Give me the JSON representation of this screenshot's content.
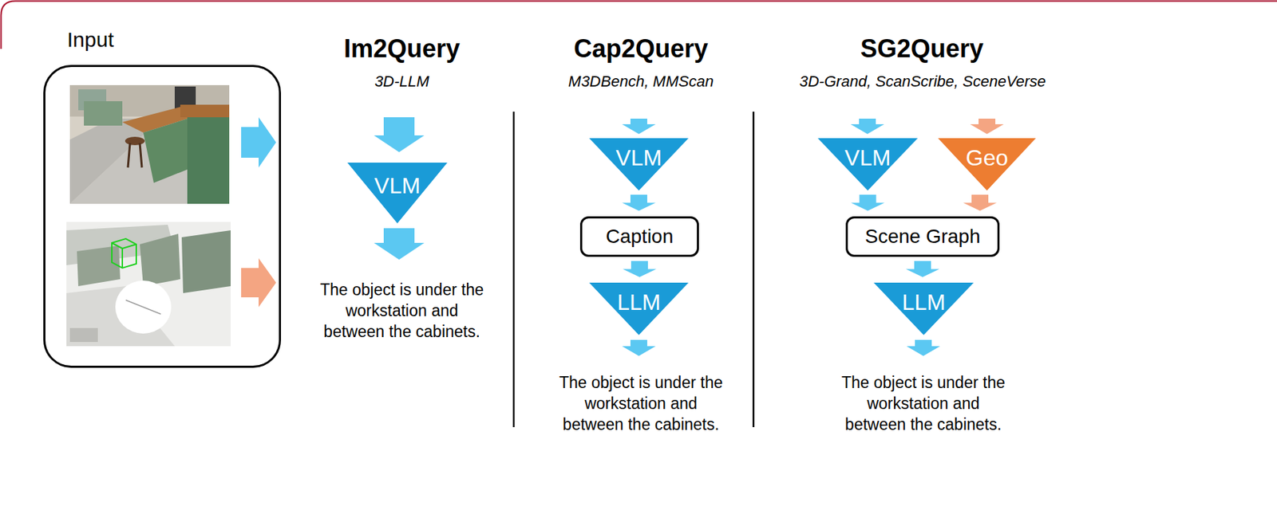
{
  "diagram": {
    "nodes": [
      {
        "text": [
          "Input"
        ]
      },
      {
        "text": [
          "VLM"
        ]
      },
      {
        "text": [
          "VLM"
        ]
      },
      {
        "text": [
          "Caption"
        ]
      },
      {
        "text": [
          "LLM"
        ]
      },
      {
        "text": [
          "VLM"
        ]
      },
      {
        "text": [
          "Geo"
        ]
      },
      {
        "text": [
          "Scene Graph"
        ]
      },
      {
        "text": [
          "LLM"
        ]
      }
    ],
    "edges": [
      {
        "from": 2,
        "to": 3,
        "arrow": "to"
      },
      {
        "from": 3,
        "to": 4,
        "arrow": "to"
      },
      {
        "from": 5,
        "to": 7,
        "arrow": "to"
      },
      {
        "from": 6,
        "to": 7,
        "arrow": "to"
      },
      {
        "from": 7,
        "to": 8,
        "arrow": "to"
      }
    ],
    "labels": [
      "Im2Query",
      "3D-LLM",
      "The object is under the workstation and between the cabinets.",
      "Cap2Query",
      "M3DBench, MMScan",
      "The object is under the workstation and between the cabinets.",
      "SG2Query",
      "3D-Grand, ScanScribe, SceneVerse",
      "The object is under the workstation and between the cabinets."
    ]
  }
}
